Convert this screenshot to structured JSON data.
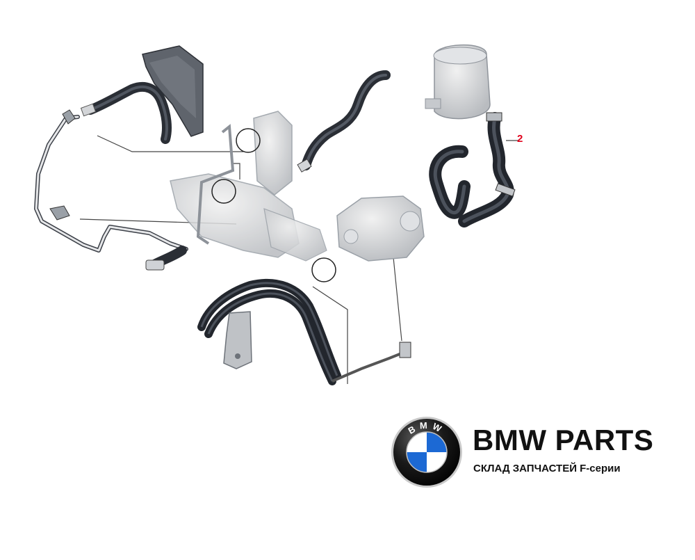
{
  "diagram": {
    "callouts": [
      {
        "label": "2"
      }
    ]
  },
  "brand": {
    "logo_letters": "BMW",
    "title": "BMW PARTS",
    "subtitle": "СКЛАД ЗАПЧАСТЕЙ F-серии",
    "colors": {
      "roundel_blue": "#1c69d4",
      "roundel_black": "#111111",
      "callout_red": "#e0001b"
    }
  }
}
